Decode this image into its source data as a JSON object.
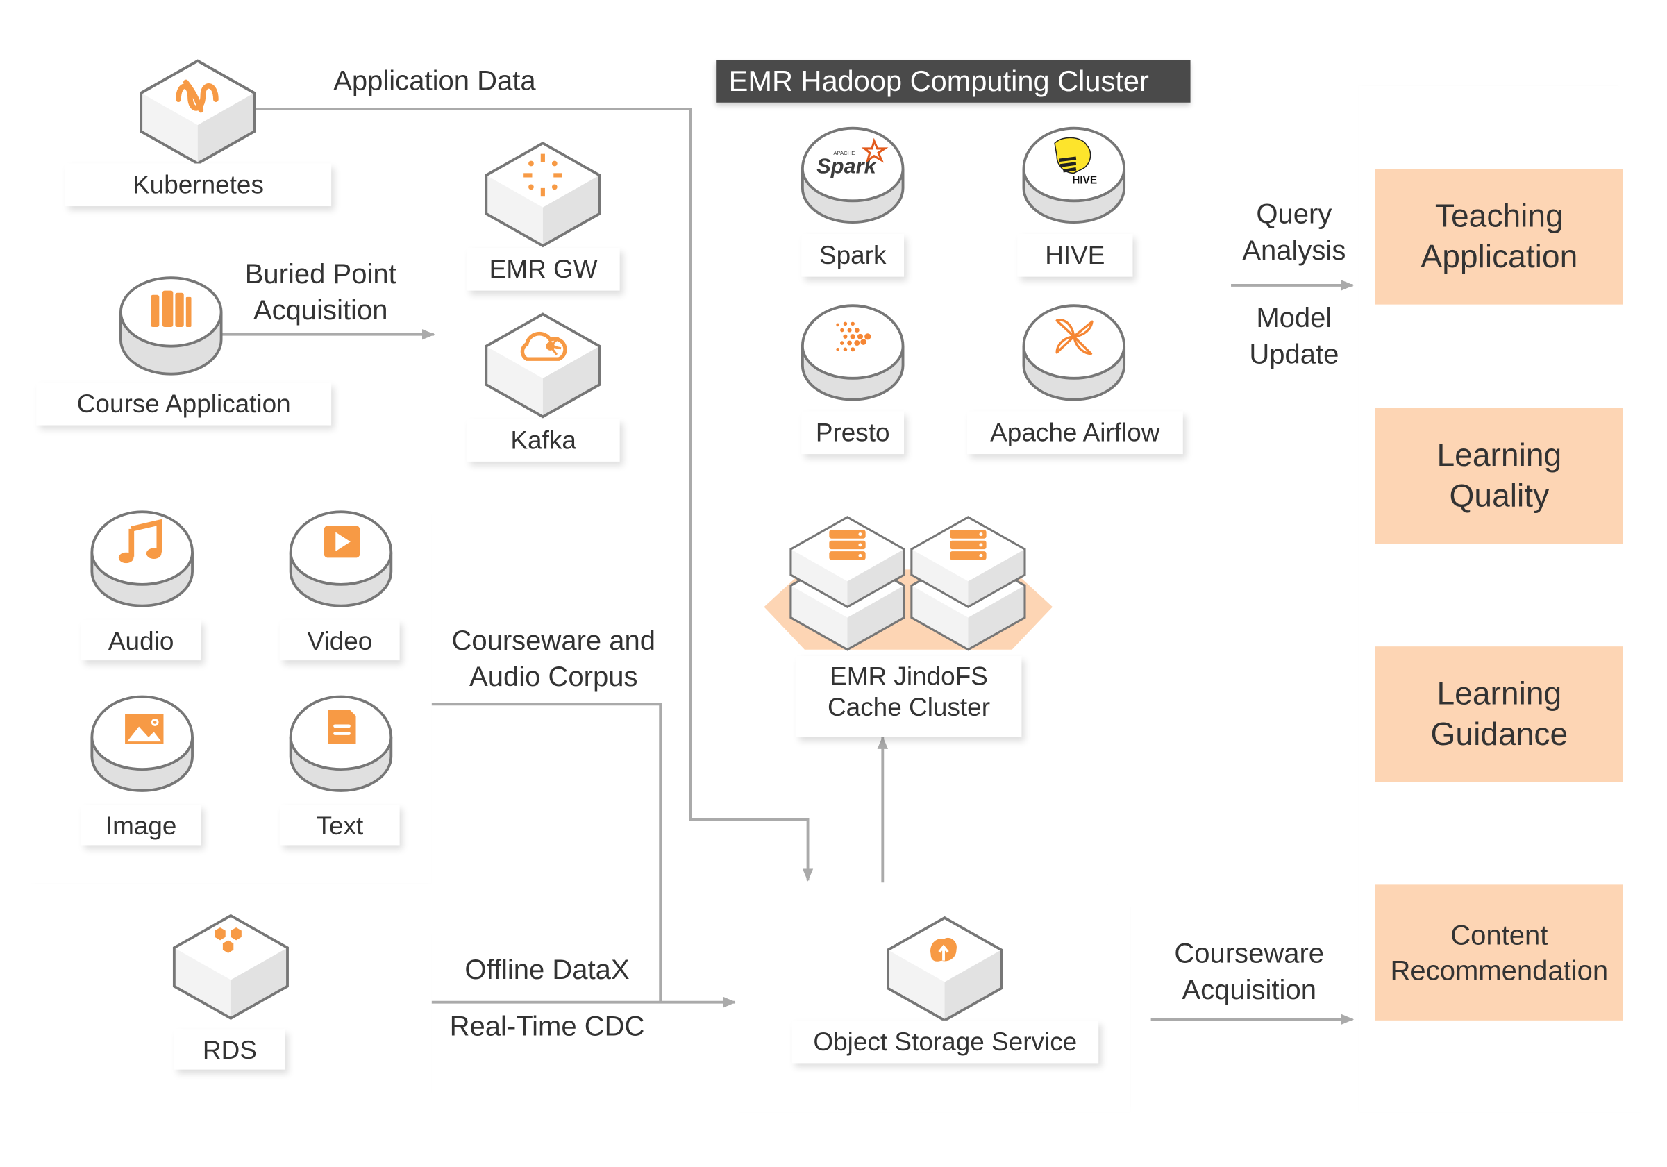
{
  "diagram": {
    "title": "EMR Hadoop Computing Cluster",
    "colors": {
      "accent": "#f79a45",
      "output_box": "#fdd5b4",
      "title_bar": "#4a4a4a",
      "line": "#aaaaaa",
      "text": "#333333"
    },
    "sources": {
      "kubernetes": {
        "label": "Kubernetes",
        "icon": "kubernetes-icon"
      },
      "course_application": {
        "label": "Course Application",
        "icon": "books-icon"
      },
      "media": [
        {
          "label": "Audio",
          "icon": "music-note-icon"
        },
        {
          "label": "Video",
          "icon": "play-icon"
        },
        {
          "label": "Image",
          "icon": "image-icon"
        },
        {
          "label": "Text",
          "icon": "document-icon"
        }
      ],
      "rds": {
        "label": "RDS",
        "icon": "rds-hexagons-icon"
      }
    },
    "ingest": {
      "emr_gw": {
        "label": "EMR GW",
        "icon": "gateway-icon"
      },
      "kafka": {
        "label": "Kafka",
        "icon": "cloud-network-icon"
      }
    },
    "cluster": {
      "engines": [
        {
          "label": "Spark",
          "icon": "spark-logo-icon"
        },
        {
          "label": "HIVE",
          "icon": "hive-logo-icon"
        },
        {
          "label": "Presto",
          "icon": "presto-logo-icon"
        },
        {
          "label": "Apache Airflow",
          "icon": "airflow-pinwheel-icon"
        }
      ]
    },
    "cache": {
      "label_line1": "EMR JindoFS",
      "label_line2": "Cache Cluster",
      "icon": "server-stack-icon"
    },
    "storage": {
      "label": "Object Storage Service",
      "icon": "oss-upload-icon"
    },
    "flows": {
      "application_data": "Application Data",
      "buried_point_1": "Buried Point",
      "buried_point_2": "Acquisition",
      "courseware_audio_1": "Courseware and",
      "courseware_audio_2": "Audio Corpus",
      "offline_datax": "Offline DataX",
      "realtime_cdc": "Real-Time CDC",
      "query_1": "Query",
      "query_2": "Analysis",
      "model_1": "Model",
      "model_2": "Update",
      "courseware_acq_1": "Courseware",
      "courseware_acq_2": "Acquisition"
    },
    "outputs": [
      {
        "line1": "Teaching",
        "line2": "Application"
      },
      {
        "line1": "Learning",
        "line2": "Quality"
      },
      {
        "line1": "Learning",
        "line2": "Guidance"
      },
      {
        "line1": "Content",
        "line2": "Recommendation"
      }
    ]
  }
}
